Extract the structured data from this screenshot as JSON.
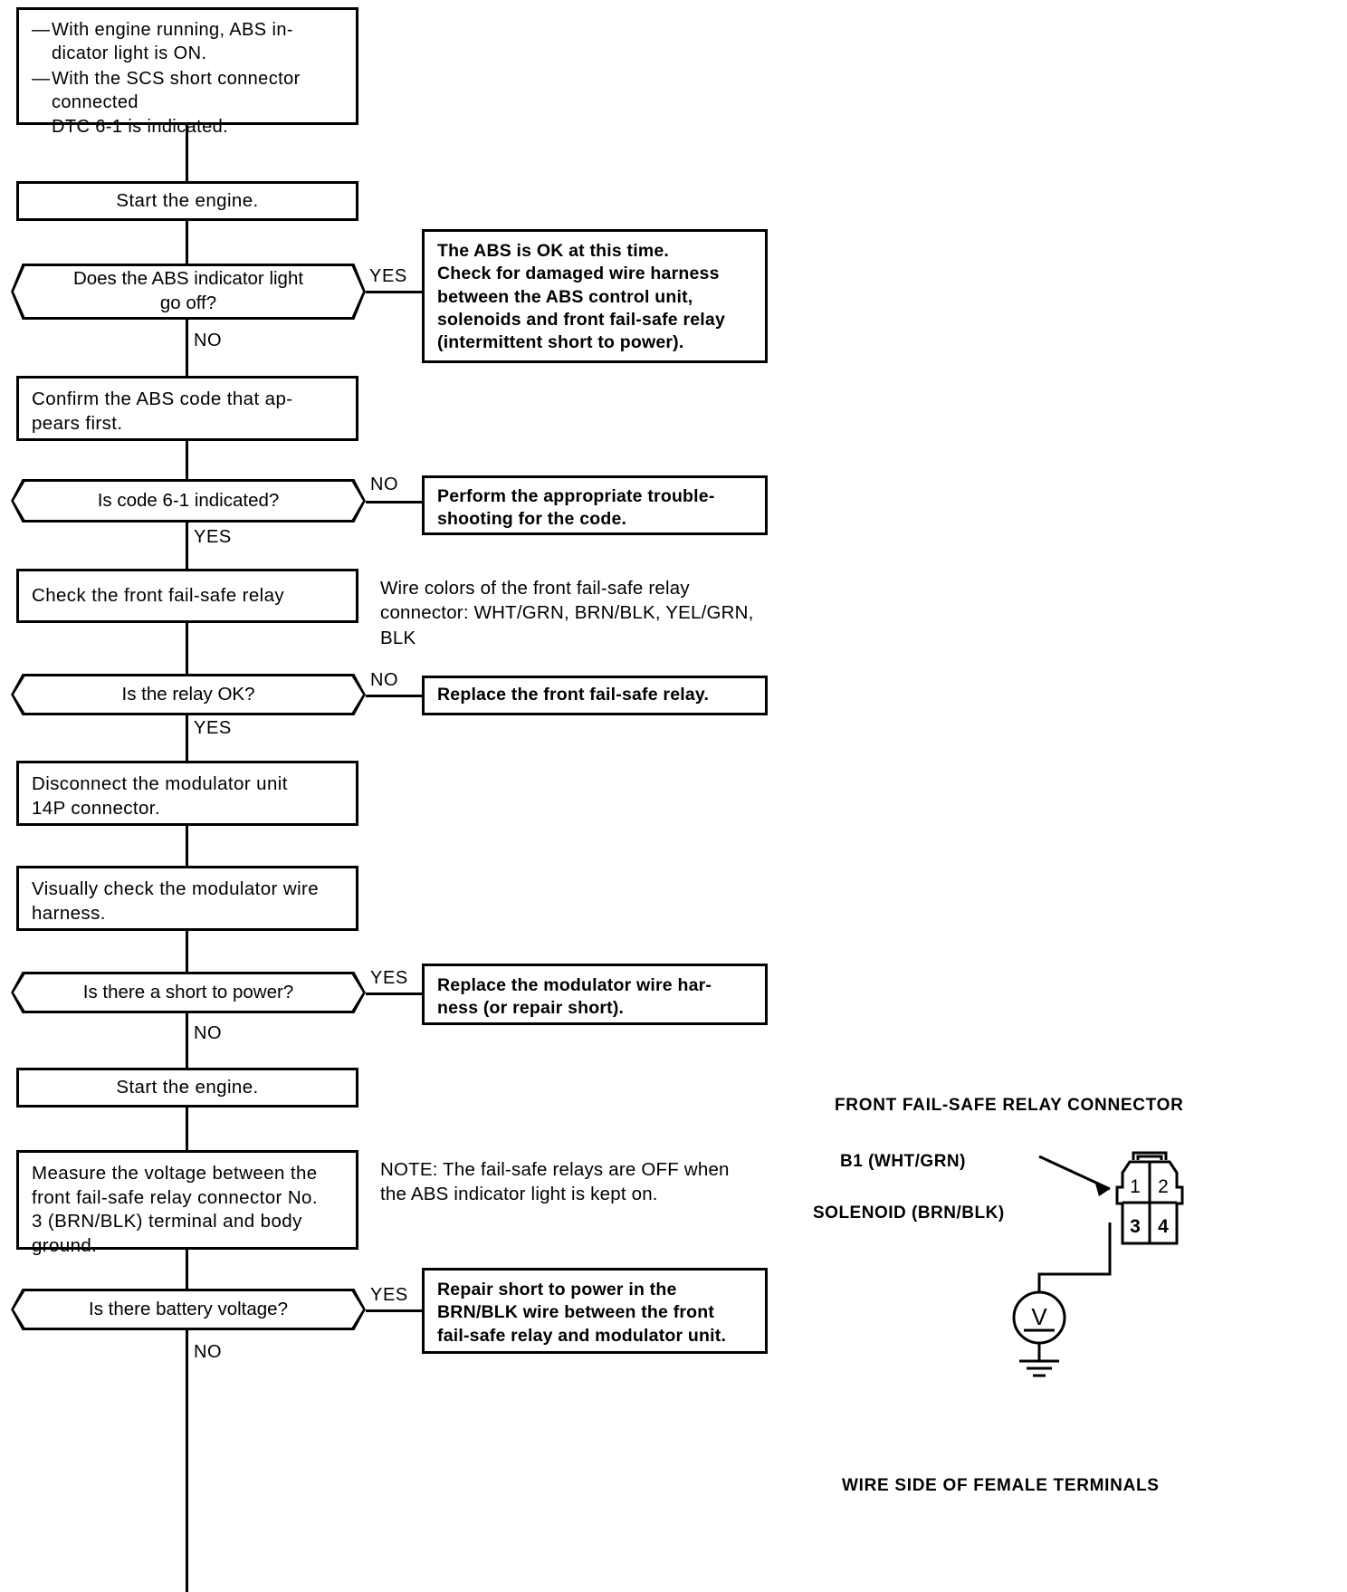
{
  "document": {
    "title": "ABS DTC 6-1 Troubleshooting Flowchart"
  },
  "flow": {
    "symptom": {
      "lines": [
        "—  With engine running, ABS in-",
        "dicator light is ON.",
        "—  With the SCS short connector",
        "connected",
        "DTC 6-1 is indicated."
      ],
      "bullet1_line1": "With engine running, ABS in-",
      "bullet1_line2": "dicator light is ON.",
      "bullet2_line1": "With the SCS short connector",
      "bullet2_line2": "connected",
      "bullet2_line3": "DTC 6-1 is indicated.",
      "dash": "—"
    },
    "steps": {
      "start_engine_1": "Start the engine.",
      "confirm_code": "Confirm the ABS code that ap-\npears first.",
      "check_relay": "Check the front fail-safe relay",
      "disconnect_modulator": "Disconnect the modulator unit\n14P connector.",
      "visual_check": "Visually check the modulator wire\nharness.",
      "start_engine_2": "Start the engine.",
      "measure_voltage": "Measure the voltage between the\nfront fail-safe relay connector No.\n3 (BRN/BLK) terminal and body\nground."
    },
    "decisions": {
      "abs_light_off": "Does the ABS indicator light\ngo off?",
      "code_61": "Is code 6-1 indicated?",
      "relay_ok": "Is the relay OK?",
      "short_to_power": "Is there a short to power?",
      "battery_voltage": "Is there battery voltage?"
    },
    "branch_labels": {
      "yes": "YES",
      "no": "NO"
    },
    "outcomes": {
      "abs_ok": "The ABS is OK at this time.\nCheck for damaged wire harness\nbetween the ABS control unit,\nsolenoids and front fail-safe relay\n(intermittent short to power).",
      "perform_troubleshooting": "Perform the appropriate trouble-\nshooting for the code.",
      "replace_relay": "Replace the front fail-safe relay.",
      "replace_harness": "Replace the modulator wire har-\nness (or repair short).",
      "repair_short": "Repair short to power in the\nBRN/BLK wire between the front\nfail-safe relay and modulator unit."
    },
    "notes": {
      "wire_colors": "Wire colors of the front fail-safe relay\nconnector: WHT/GRN, BRN/BLK, YEL/GRN,\nBLK",
      "relay_note": "NOTE: The fail-safe relays are OFF when\nthe ABS indicator light is kept on."
    }
  },
  "connector_figure": {
    "title": "FRONT FAIL-SAFE RELAY CONNECTOR",
    "footer": "WIRE SIDE OF FEMALE TERMINALS",
    "labels": {
      "pin1_wire": "B1 (WHT/GRN)",
      "pin3_wire": "SOLENOID (BRN/BLK)"
    },
    "pins": [
      "1",
      "2",
      "3",
      "4"
    ],
    "meter_symbol": "V"
  },
  "colors": {
    "ink": "#000000",
    "paper": "#ffffff"
  }
}
